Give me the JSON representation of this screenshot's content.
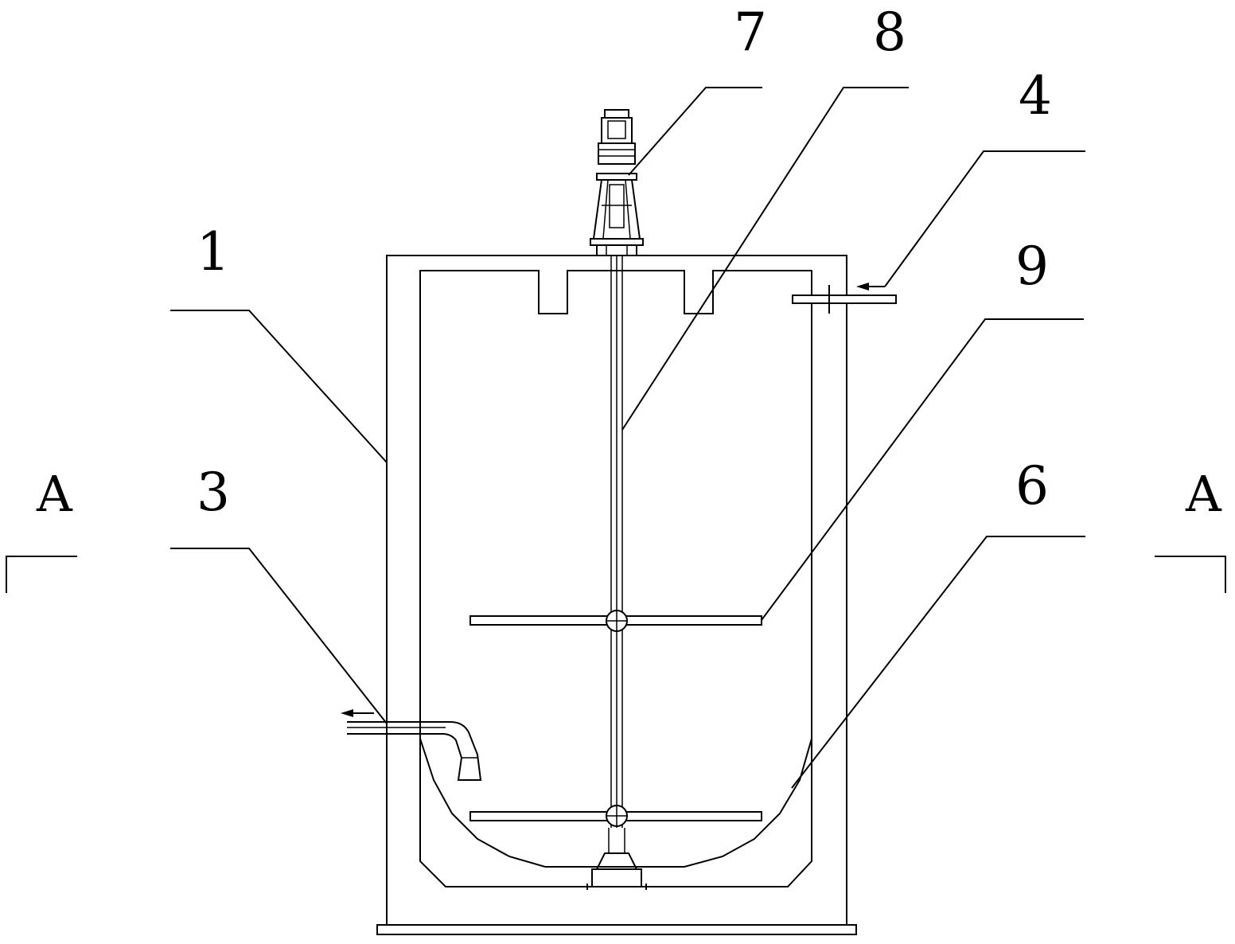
{
  "labels": {
    "part1": "1",
    "part3": "3",
    "part4": "4",
    "part6": "6",
    "part7": "7",
    "part8": "8",
    "part9": "9",
    "section_left": "A",
    "section_right": "A"
  },
  "colors": {
    "line": "#000000",
    "background": "#ffffff"
  }
}
